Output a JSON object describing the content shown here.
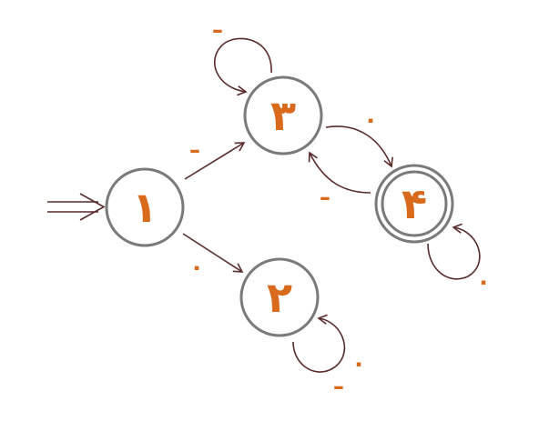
{
  "diagram": {
    "states": {
      "s1": {
        "label": "١"
      },
      "s2": {
        "label": "٢"
      },
      "s3": {
        "label": "٣"
      },
      "s4": {
        "label": "۴"
      }
    },
    "transitions": {
      "s1_to_s3": {
        "label": "ـ"
      },
      "s1_to_s2": {
        "label": "٠"
      },
      "s3_loop": {
        "label": "ـ"
      },
      "s3_to_s4": {
        "label": "٠"
      },
      "s4_to_s3": {
        "label": "ـ"
      },
      "s4_loop": {
        "label": "٠"
      },
      "s2_loop_dot": {
        "label": "٠"
      },
      "s2_loop_dash": {
        "label": "ـ"
      }
    },
    "colors": {
      "label": "#d9691b",
      "state_stroke": "#7a7a7a",
      "edge": "#5a2c2c"
    }
  }
}
